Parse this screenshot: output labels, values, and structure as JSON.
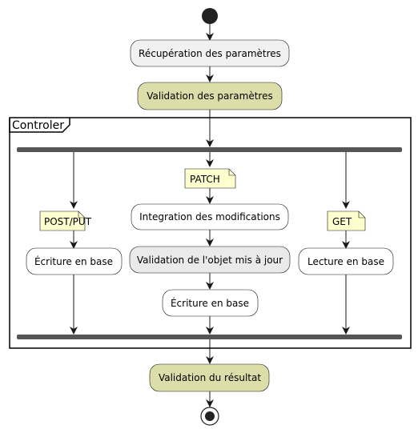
{
  "diagram": {
    "get_parameters": "Récupération des paramètres",
    "validate_parameters": "Validation des paramètres",
    "partition_title": "Controler",
    "note_post_put": "POST/PUT",
    "note_patch": "PATCH",
    "note_get": "GET",
    "write_db_post": "Écriture en base",
    "integrate_changes": "Integration des modifications",
    "validate_object": "Validation de l'objet mis à jour",
    "write_db_patch": "Écriture en base",
    "read_db": "Lecture en base",
    "validate_result": "Validation du résultat"
  },
  "colors": {
    "activity_plain": "#F1F1F1",
    "activity_white": "#FFFFFF",
    "activity_highlight": "#DDDDAA",
    "activity_grey": "#EAEAEA",
    "note_fill": "#FEFECE",
    "node_dark": "#222222",
    "fork_bar": "#555555"
  }
}
